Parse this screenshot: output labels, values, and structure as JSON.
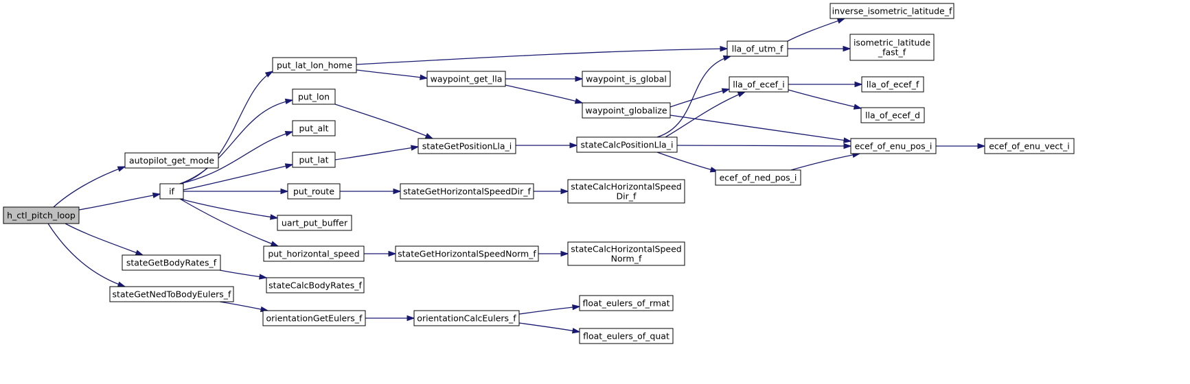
{
  "graph": {
    "colors": {
      "edge": "#191970",
      "root_fill": "#bfbfbf",
      "node_fill": "#ffffff",
      "border": "#000000"
    },
    "nodes": [
      {
        "id": "h_ctl_pitch_loop",
        "lines": [
          "h_ctl_pitch_loop"
        ],
        "root": true
      },
      {
        "id": "autopilot_get_mode",
        "lines": [
          "autopilot_get_mode"
        ]
      },
      {
        "id": "if",
        "lines": [
          "if"
        ]
      },
      {
        "id": "stateGetBodyRates_f",
        "lines": [
          "stateGetBodyRates_f"
        ]
      },
      {
        "id": "stateGetNedToBodyEulers_f",
        "lines": [
          "stateGetNedToBodyEulers_f"
        ]
      },
      {
        "id": "put_lat_lon_home",
        "lines": [
          "put_lat_lon_home"
        ]
      },
      {
        "id": "put_lon",
        "lines": [
          "put_lon"
        ]
      },
      {
        "id": "put_alt",
        "lines": [
          "put_alt"
        ]
      },
      {
        "id": "put_lat",
        "lines": [
          "put_lat"
        ]
      },
      {
        "id": "put_route",
        "lines": [
          "put_route"
        ]
      },
      {
        "id": "uart_put_buffer",
        "lines": [
          "uart_put_buffer"
        ]
      },
      {
        "id": "put_horizontal_speed",
        "lines": [
          "put_horizontal_speed"
        ]
      },
      {
        "id": "stateCalcBodyRates_f",
        "lines": [
          "stateCalcBodyRates_f"
        ]
      },
      {
        "id": "orientationGetEulers_f",
        "lines": [
          "orientationGetEulers_f"
        ]
      },
      {
        "id": "waypoint_get_lla",
        "lines": [
          "waypoint_get_lla"
        ]
      },
      {
        "id": "stateGetPositionLla_i",
        "lines": [
          "stateGetPositionLla_i"
        ]
      },
      {
        "id": "stateGetHorizontalSpeedDir_f",
        "lines": [
          "stateGetHorizontalSpeedDir_f"
        ]
      },
      {
        "id": "stateGetHorizontalSpeedNorm_f",
        "lines": [
          "stateGetHorizontalSpeedNorm_f"
        ]
      },
      {
        "id": "orientationCalcEulers_f",
        "lines": [
          "orientationCalcEulers_f"
        ]
      },
      {
        "id": "waypoint_is_global",
        "lines": [
          "waypoint_is_global"
        ]
      },
      {
        "id": "waypoint_globalize",
        "lines": [
          "waypoint_globalize"
        ]
      },
      {
        "id": "stateCalcPositionLla_i",
        "lines": [
          "stateCalcPositionLla_i"
        ]
      },
      {
        "id": "stateCalcHorizontalSpeedDir_f",
        "lines": [
          "stateCalcHorizontalSpeed",
          "Dir_f"
        ]
      },
      {
        "id": "stateCalcHorizontalSpeedNorm_f",
        "lines": [
          "stateCalcHorizontalSpeed",
          "Norm_f"
        ]
      },
      {
        "id": "float_eulers_of_rmat",
        "lines": [
          "float_eulers_of_rmat"
        ]
      },
      {
        "id": "float_eulers_of_quat",
        "lines": [
          "float_eulers_of_quat"
        ]
      },
      {
        "id": "lla_of_utm_f",
        "lines": [
          "lla_of_utm_f"
        ]
      },
      {
        "id": "lla_of_ecef_i",
        "lines": [
          "lla_of_ecef_i"
        ]
      },
      {
        "id": "ecef_of_ned_pos_i",
        "lines": [
          "ecef_of_ned_pos_i"
        ]
      },
      {
        "id": "inverse_isometric_latitude_f",
        "lines": [
          "inverse_isometric_latitude_f"
        ]
      },
      {
        "id": "isometric_latitude_fast_f",
        "lines": [
          "isometric_latitude",
          "_fast_f"
        ]
      },
      {
        "id": "lla_of_ecef_f",
        "lines": [
          "lla_of_ecef_f"
        ]
      },
      {
        "id": "lla_of_ecef_d",
        "lines": [
          "lla_of_ecef_d"
        ]
      },
      {
        "id": "ecef_of_enu_pos_i",
        "lines": [
          "ecef_of_enu_pos_i"
        ]
      },
      {
        "id": "ecef_of_enu_vect_i",
        "lines": [
          "ecef_of_enu_vect_i"
        ]
      }
    ],
    "edges": [
      [
        "h_ctl_pitch_loop",
        "autopilot_get_mode"
      ],
      [
        "h_ctl_pitch_loop",
        "if"
      ],
      [
        "h_ctl_pitch_loop",
        "stateGetBodyRates_f"
      ],
      [
        "h_ctl_pitch_loop",
        "stateGetNedToBodyEulers_f"
      ],
      [
        "if",
        "put_lat_lon_home"
      ],
      [
        "if",
        "put_lon"
      ],
      [
        "if",
        "put_alt"
      ],
      [
        "if",
        "put_lat"
      ],
      [
        "if",
        "put_route"
      ],
      [
        "if",
        "uart_put_buffer"
      ],
      [
        "if",
        "put_horizontal_speed"
      ],
      [
        "put_lat_lon_home",
        "lla_of_utm_f"
      ],
      [
        "put_lat_lon_home",
        "waypoint_get_lla"
      ],
      [
        "waypoint_get_lla",
        "waypoint_is_global"
      ],
      [
        "waypoint_get_lla",
        "waypoint_globalize"
      ],
      [
        "waypoint_globalize",
        "lla_of_ecef_i"
      ],
      [
        "waypoint_globalize",
        "ecef_of_enu_pos_i"
      ],
      [
        "put_lon",
        "stateGetPositionLla_i"
      ],
      [
        "put_lat",
        "stateGetPositionLla_i"
      ],
      [
        "stateGetPositionLla_i",
        "stateCalcPositionLla_i"
      ],
      [
        "stateCalcPositionLla_i",
        "lla_of_utm_f"
      ],
      [
        "stateCalcPositionLla_i",
        "lla_of_ecef_i"
      ],
      [
        "stateCalcPositionLla_i",
        "ecef_of_enu_pos_i"
      ],
      [
        "stateCalcPositionLla_i",
        "ecef_of_ned_pos_i"
      ],
      [
        "lla_of_utm_f",
        "inverse_isometric_latitude_f"
      ],
      [
        "lla_of_utm_f",
        "isometric_latitude_fast_f"
      ],
      [
        "lla_of_ecef_i",
        "lla_of_ecef_f"
      ],
      [
        "lla_of_ecef_i",
        "lla_of_ecef_d"
      ],
      [
        "ecef_of_ned_pos_i",
        "ecef_of_enu_pos_i"
      ],
      [
        "ecef_of_enu_pos_i",
        "ecef_of_enu_vect_i"
      ],
      [
        "put_route",
        "stateGetHorizontalSpeedDir_f"
      ],
      [
        "stateGetHorizontalSpeedDir_f",
        "stateCalcHorizontalSpeedDir_f"
      ],
      [
        "put_horizontal_speed",
        "stateGetHorizontalSpeedNorm_f"
      ],
      [
        "stateGetHorizontalSpeedNorm_f",
        "stateCalcHorizontalSpeedNorm_f"
      ],
      [
        "stateGetBodyRates_f",
        "stateCalcBodyRates_f"
      ],
      [
        "stateGetNedToBodyEulers_f",
        "orientationGetEulers_f"
      ],
      [
        "orientationGetEulers_f",
        "orientationCalcEulers_f"
      ],
      [
        "orientationCalcEulers_f",
        "float_eulers_of_rmat"
      ],
      [
        "orientationCalcEulers_f",
        "float_eulers_of_quat"
      ]
    ]
  }
}
